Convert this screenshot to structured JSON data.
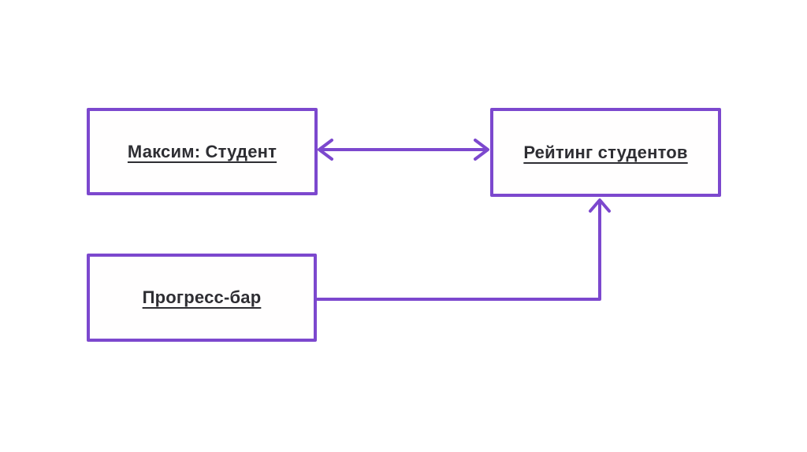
{
  "diagram": {
    "type": "uml-communication-diagram",
    "background_color": "#ffffff",
    "accent_color": "#7c48ce",
    "text_color": "#2e2e33",
    "nodes": [
      {
        "id": "maxim",
        "label": "Максим: Студент",
        "underlined": true
      },
      {
        "id": "rating",
        "label": "Рейтинг студентов",
        "underlined": true
      },
      {
        "id": "progress",
        "label": "Прогресс-бар",
        "underlined": true
      }
    ],
    "connectors": [
      {
        "from": "maxim",
        "to": "rating",
        "style": "straight-horizontal",
        "arrowheads": "both"
      },
      {
        "from": "progress",
        "to": "rating",
        "style": "elbow-right-then-up",
        "arrowheads": "end"
      }
    ]
  }
}
